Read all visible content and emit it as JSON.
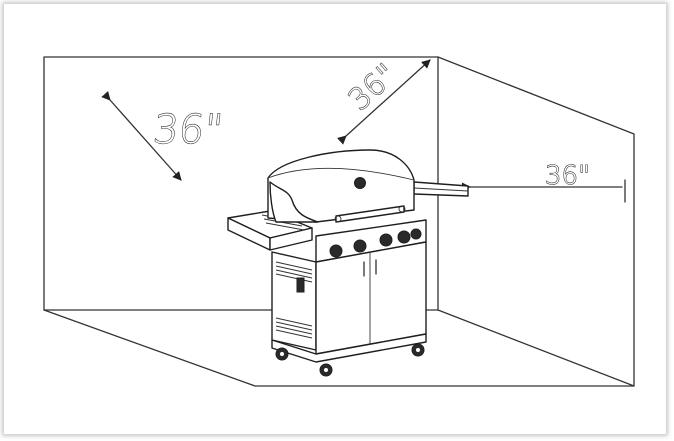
{
  "clearances": {
    "back_wall_label": "36\"",
    "corner_label": "36\"",
    "side_wall_label": "36\""
  }
}
